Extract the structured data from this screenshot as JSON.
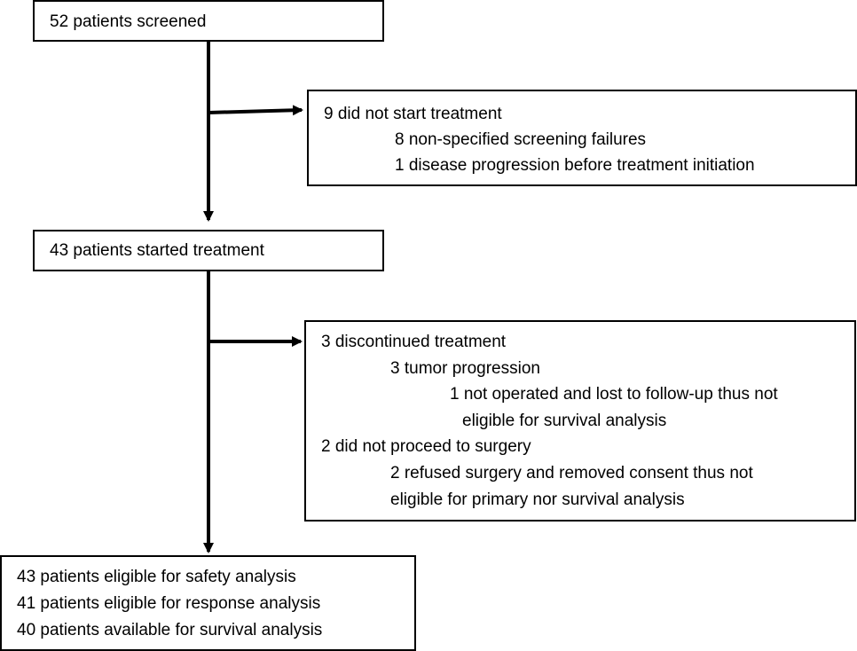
{
  "screened": {
    "text": "52 patients screened"
  },
  "not_started": {
    "title": "9 did not start treatment",
    "reasons": [
      "8 non-specified screening failures",
      "1 disease progression before treatment initiation"
    ]
  },
  "started": {
    "text": "43 patients started treatment"
  },
  "discontinued": {
    "title": "3 discontinued treatment",
    "tumor_progression": "3 tumor progression",
    "not_operated": [
      "1 not operated and lost to follow-up thus not",
      "eligible for survival analysis"
    ],
    "no_surgery": "2 did not proceed to surgery",
    "refused": [
      "2 refused surgery and removed consent thus not",
      "eligible for primary nor survival analysis"
    ]
  },
  "analysis": {
    "lines": [
      "43 patients eligible for safety analysis",
      "41 patients eligible for response analysis",
      "40 patients available for survival analysis"
    ]
  }
}
